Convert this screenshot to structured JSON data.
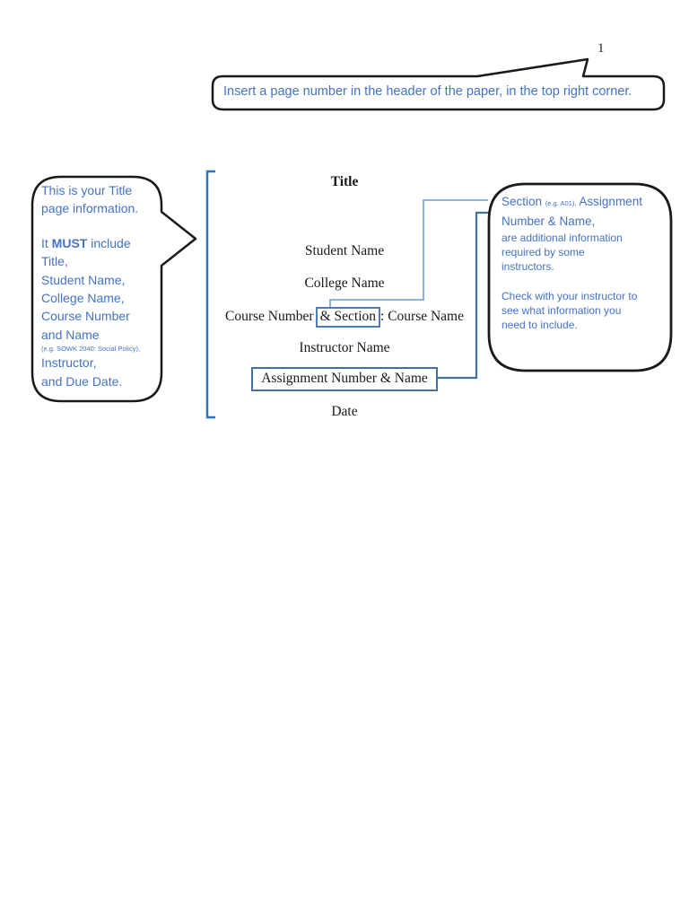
{
  "header": {
    "page_number": "1"
  },
  "callout_top": {
    "text": "Insert a page number in the header of the paper, in the top right corner."
  },
  "callout_left": {
    "intro_line1": "This is your Title",
    "intro_line2": "page information.",
    "must_pre": "It ",
    "must_bold": "MUST",
    "must_post": " include",
    "req_lines": [
      "Title,",
      "Student Name,",
      "College Name,",
      "Course Number",
      "and Name"
    ],
    "example": "(e.g. SOWK 2040: Social Policy),",
    "req_lines2": [
      "Instructor,",
      "and Due Date."
    ]
  },
  "callout_right": {
    "big_section": "Section",
    "example": "(e.g. A01),",
    "big_line1_rest": "Assignment",
    "big_line2": "Number & Name,",
    "small_lines": [
      "are additional information",
      "required by some",
      "instructors."
    ],
    "para2_lines": [
      "Check with your instructor to",
      "see what information you",
      "need to include."
    ]
  },
  "title_page": {
    "title": "Title",
    "student_name": "Student Name",
    "college_name": "College Name",
    "course_prefix": "Course Number",
    "course_boxed": "& Section",
    "course_suffix": ": Course Name",
    "instructor_name": "Instructor Name",
    "assignment": "Assignment Number & Name",
    "date": "Date"
  },
  "colors": {
    "annotation_text_blue": "#4472c4",
    "bracket_blue": "#2e75b6",
    "light_connector_blue": "#7da7d9",
    "dark_connector_blue": "#44709d",
    "section_box_blue": "#4a7ebb",
    "callout_outline_black": "#1a1a1a"
  }
}
